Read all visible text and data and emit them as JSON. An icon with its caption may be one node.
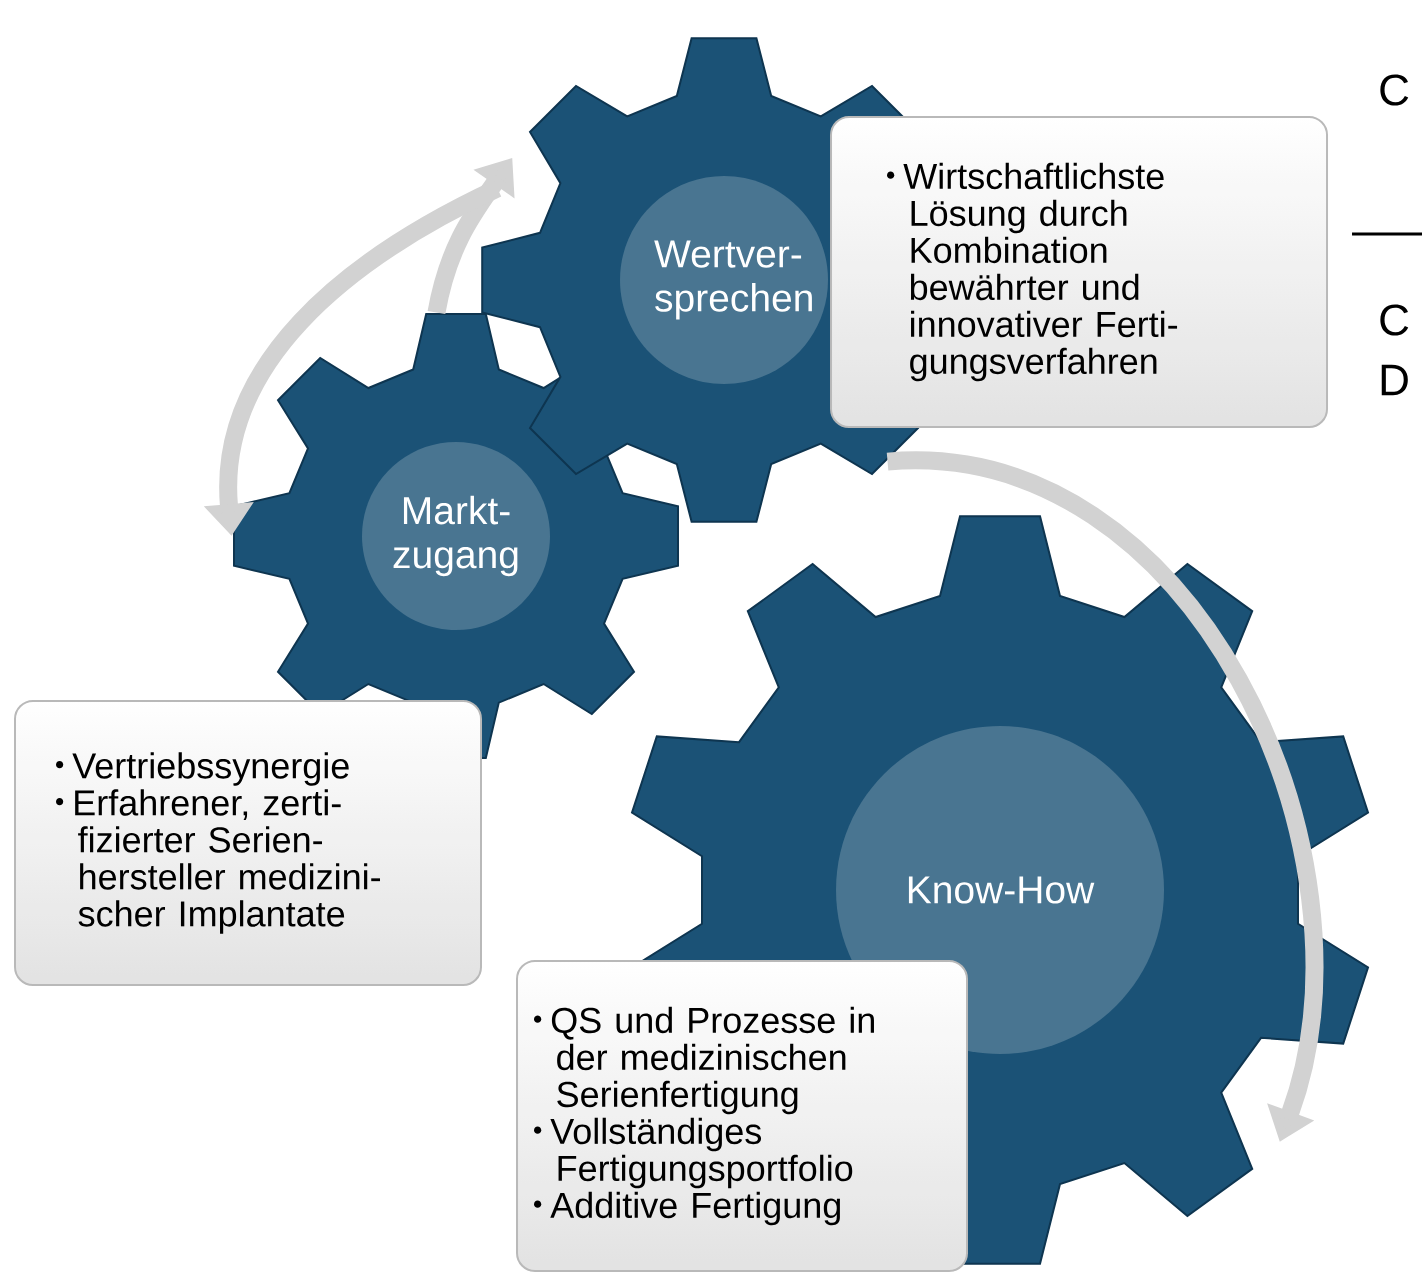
{
  "diagram": {
    "nodes": [
      {
        "text": [
          "Wertver-sprechen"
        ]
      },
      {
        "text": [
          "Wirtschaftlichste Lösung durch Kombination bewährter und innovativer Ferti-gungsverfahren"
        ]
      },
      {
        "text": [
          "Markt-zugang"
        ]
      },
      {
        "text": [
          "Vertriebssynergie",
          "Erfahrener, zerti-fizierter Serien-hersteller medizini-scher Implantate"
        ]
      },
      {
        "text": [
          "Know-How"
        ]
      },
      {
        "text": [
          "QS und Prozesse in der medizinischen Serienfertigung",
          "Vollständiges Fertigungsportfolio",
          "Additive Fertigung"
        ]
      }
    ],
    "edges": [
      {
        "from": 2,
        "to": 0,
        "arrow": "to"
      },
      {
        "from": 0,
        "to": 2,
        "arrow": "to"
      },
      {
        "from": 0,
        "to": 4,
        "arrow": "to"
      }
    ],
    "labels": [
      "C",
      "C",
      "D"
    ]
  }
}
